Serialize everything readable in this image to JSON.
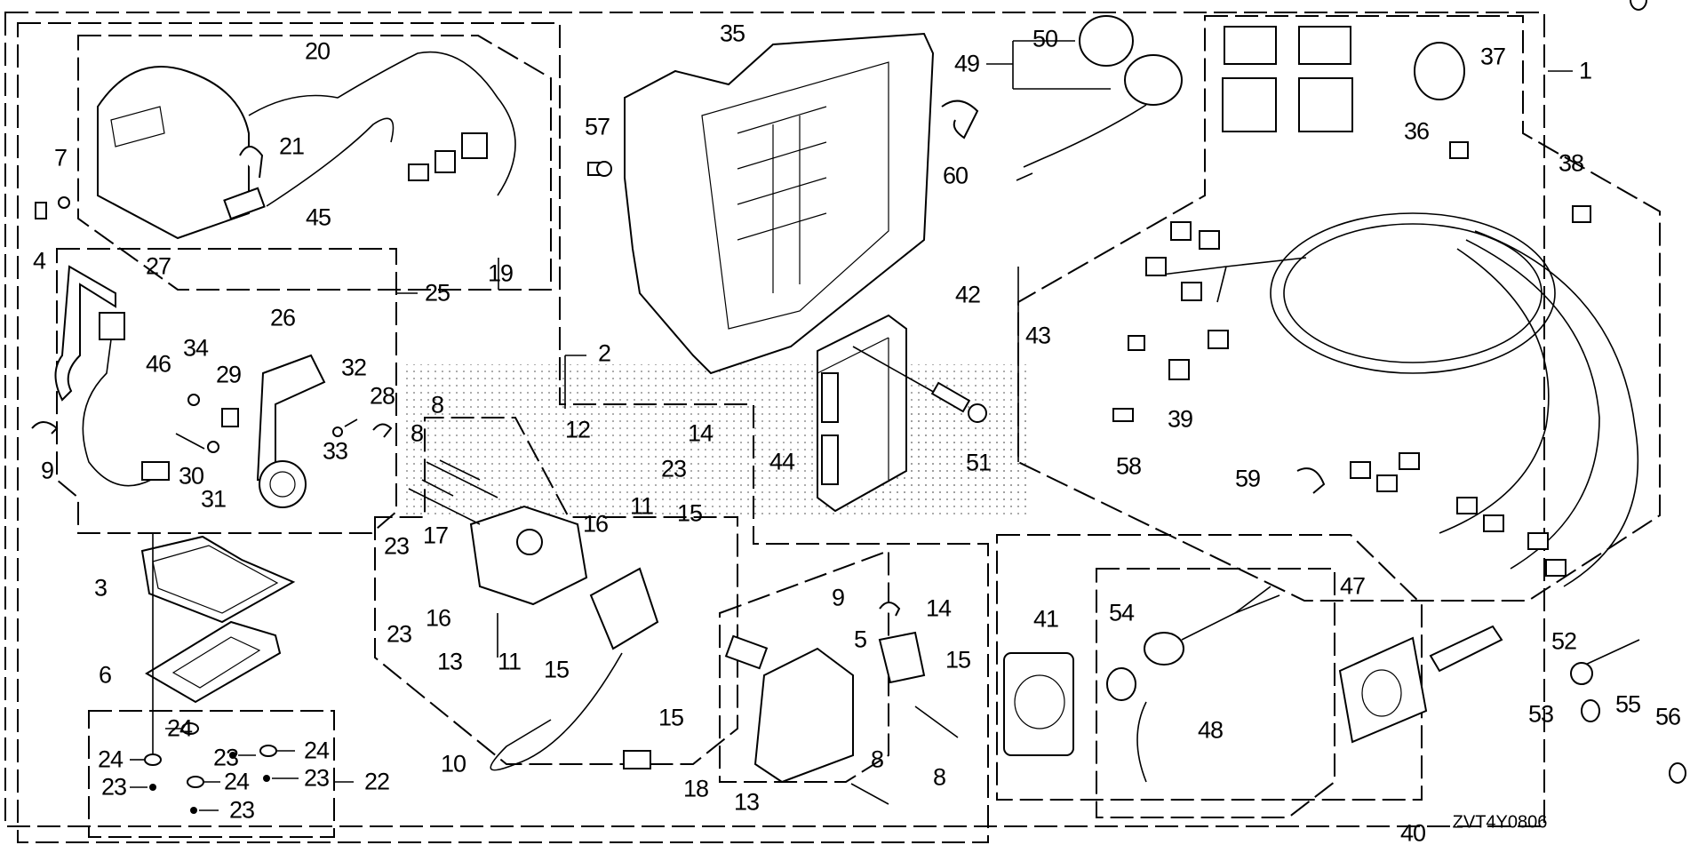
{
  "diagram": {
    "title": "Remote control / wiring harness parts diagram",
    "code": "ZVT4Y0806",
    "callouts": [
      {
        "id": "c1",
        "text": "1"
      },
      {
        "id": "c2",
        "text": "2"
      },
      {
        "id": "c3",
        "text": "3"
      },
      {
        "id": "c4",
        "text": "4"
      },
      {
        "id": "c5",
        "text": "5"
      },
      {
        "id": "c6",
        "text": "6"
      },
      {
        "id": "c7",
        "text": "7"
      },
      {
        "id": "c8a",
        "text": "8"
      },
      {
        "id": "c8b",
        "text": "8"
      },
      {
        "id": "c8c",
        "text": "8"
      },
      {
        "id": "c8d",
        "text": "8"
      },
      {
        "id": "c9a",
        "text": "9"
      },
      {
        "id": "c9b",
        "text": "9"
      },
      {
        "id": "c10",
        "text": "10"
      },
      {
        "id": "c11a",
        "text": "11"
      },
      {
        "id": "c11b",
        "text": "11"
      },
      {
        "id": "c12",
        "text": "12"
      },
      {
        "id": "c13a",
        "text": "13"
      },
      {
        "id": "c13b",
        "text": "13"
      },
      {
        "id": "c14a",
        "text": "14"
      },
      {
        "id": "c14b",
        "text": "14"
      },
      {
        "id": "c15a",
        "text": "15"
      },
      {
        "id": "c15b",
        "text": "15"
      },
      {
        "id": "c15c",
        "text": "15"
      },
      {
        "id": "c15d",
        "text": "15"
      },
      {
        "id": "c16a",
        "text": "16"
      },
      {
        "id": "c16b",
        "text": "16"
      },
      {
        "id": "c17",
        "text": "17"
      },
      {
        "id": "c18",
        "text": "18"
      },
      {
        "id": "c19",
        "text": "19"
      },
      {
        "id": "c20",
        "text": "20"
      },
      {
        "id": "c21",
        "text": "21"
      },
      {
        "id": "c22",
        "text": "22"
      },
      {
        "id": "c23a",
        "text": "23"
      },
      {
        "id": "c23b",
        "text": "23"
      },
      {
        "id": "c23c",
        "text": "23"
      },
      {
        "id": "c23d",
        "text": "23"
      },
      {
        "id": "c23e",
        "text": "23"
      },
      {
        "id": "c23f",
        "text": "23"
      },
      {
        "id": "c23g",
        "text": "23"
      },
      {
        "id": "c24a",
        "text": "24"
      },
      {
        "id": "c24b",
        "text": "24"
      },
      {
        "id": "c24c",
        "text": "24"
      },
      {
        "id": "c24d",
        "text": "24"
      },
      {
        "id": "c25",
        "text": "25"
      },
      {
        "id": "c26",
        "text": "26"
      },
      {
        "id": "c27",
        "text": "27"
      },
      {
        "id": "c28",
        "text": "28"
      },
      {
        "id": "c29",
        "text": "29"
      },
      {
        "id": "c30",
        "text": "30"
      },
      {
        "id": "c31",
        "text": "31"
      },
      {
        "id": "c32",
        "text": "32"
      },
      {
        "id": "c33",
        "text": "33"
      },
      {
        "id": "c34",
        "text": "34"
      },
      {
        "id": "c35",
        "text": "35"
      },
      {
        "id": "c36",
        "text": "36"
      },
      {
        "id": "c37",
        "text": "37"
      },
      {
        "id": "c38",
        "text": "38"
      },
      {
        "id": "c39",
        "text": "39"
      },
      {
        "id": "c40",
        "text": "40"
      },
      {
        "id": "c41",
        "text": "41"
      },
      {
        "id": "c42",
        "text": "42"
      },
      {
        "id": "c43",
        "text": "43"
      },
      {
        "id": "c44",
        "text": "44"
      },
      {
        "id": "c45",
        "text": "45"
      },
      {
        "id": "c46",
        "text": "46"
      },
      {
        "id": "c47",
        "text": "47"
      },
      {
        "id": "c48",
        "text": "48"
      },
      {
        "id": "c49",
        "text": "49"
      },
      {
        "id": "c50",
        "text": "50"
      },
      {
        "id": "c51",
        "text": "51"
      },
      {
        "id": "c52",
        "text": "52"
      },
      {
        "id": "c53",
        "text": "53"
      },
      {
        "id": "c54",
        "text": "54"
      },
      {
        "id": "c55",
        "text": "55"
      },
      {
        "id": "c56",
        "text": "56"
      },
      {
        "id": "c57",
        "text": "57"
      },
      {
        "id": "c58",
        "text": "58"
      },
      {
        "id": "c59",
        "text": "59"
      },
      {
        "id": "c60",
        "text": "60"
      }
    ]
  }
}
